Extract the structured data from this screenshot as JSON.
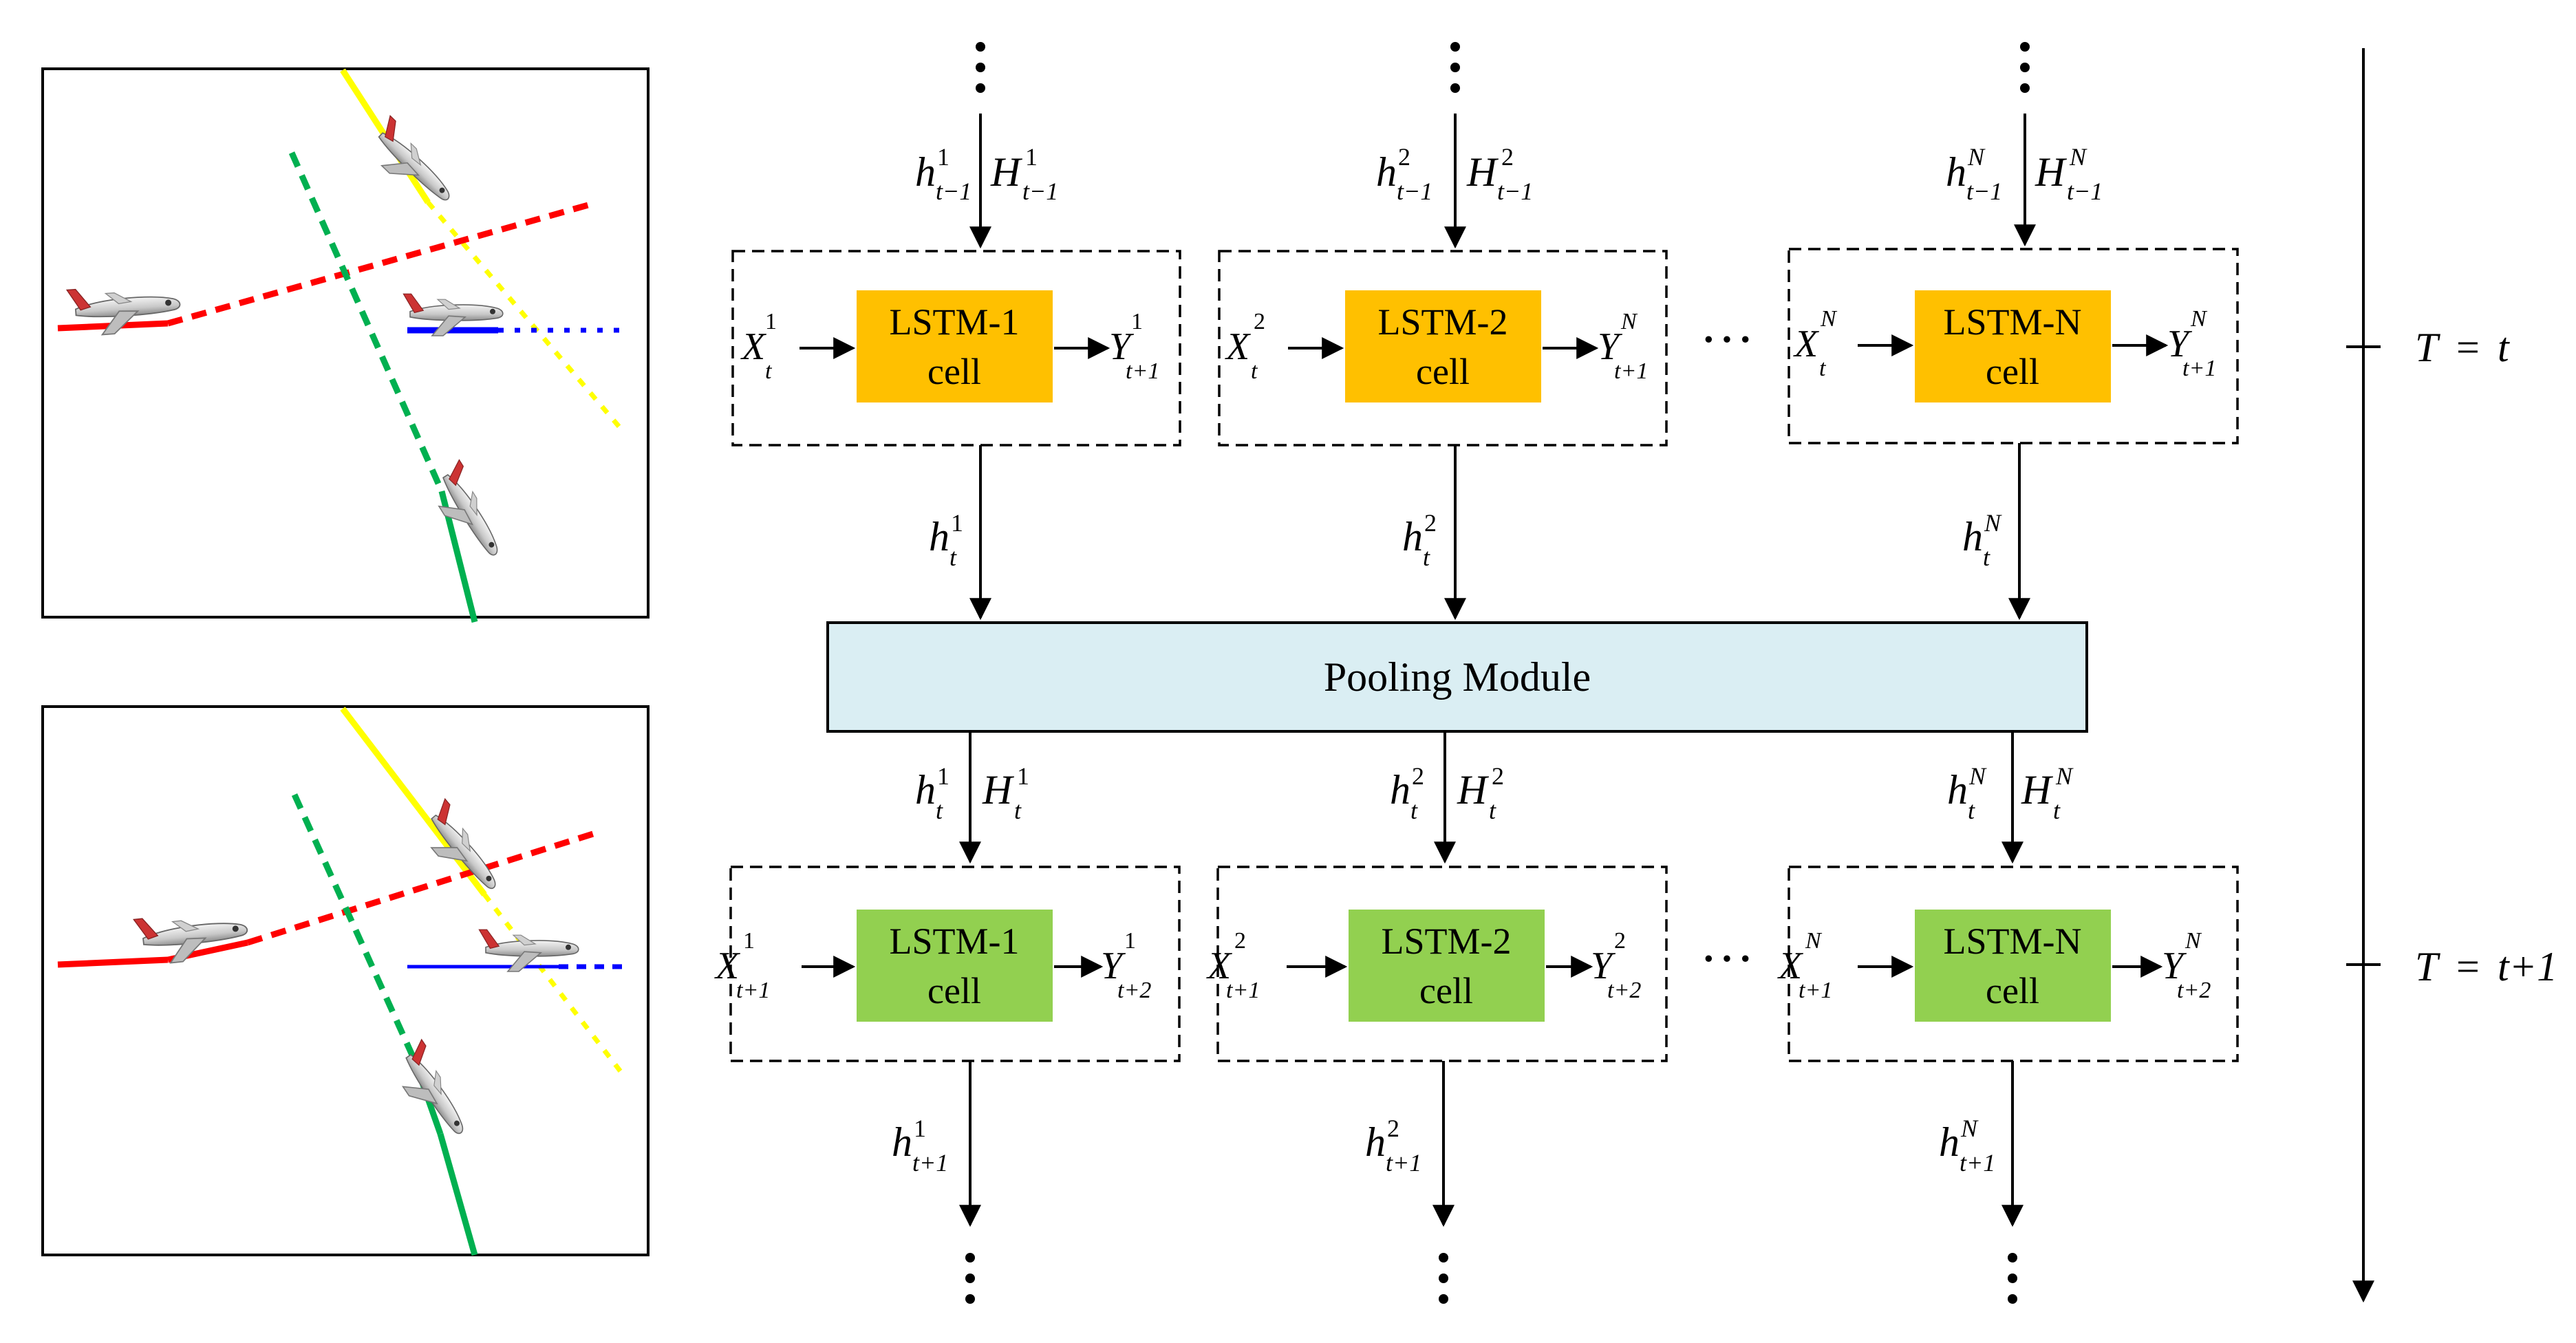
{
  "diagram": {
    "panels": [
      {
        "name": "scene-time-t"
      },
      {
        "name": "scene-time-t-plus-1"
      }
    ],
    "top_row": {
      "cell_color": "#FFC000",
      "cells": [
        {
          "title": "LSTM-1",
          "sub": "cell",
          "in_sup": "1",
          "in_sub": "t",
          "out_sup": "1",
          "out_sub": "t+1",
          "top_h_sup": "1",
          "top_h_sub": "t−1",
          "top_H_sup": "1",
          "top_H_sub": "t−1",
          "bottom_h_sup": "1",
          "bottom_h_sub": "t"
        },
        {
          "title": "LSTM-2",
          "sub": "cell",
          "in_sup": "2",
          "in_sub": "t",
          "out_sup": "N",
          "out_sub": "t+1",
          "top_h_sup": "2",
          "top_h_sub": "t−1",
          "top_H_sup": "2",
          "top_H_sub": "t−1",
          "bottom_h_sup": "2",
          "bottom_h_sub": "t"
        },
        {
          "title": "LSTM-N",
          "sub": "cell",
          "in_sup": "N",
          "in_sub": "t",
          "out_sup": "N",
          "out_sub": "t+1",
          "top_h_sup": "N",
          "top_h_sub": "t−1",
          "top_H_sup": "N",
          "top_H_sub": "t−1",
          "bottom_h_sup": "N",
          "bottom_h_sub": "t"
        }
      ]
    },
    "pooling": {
      "label": "Pooling Module",
      "color": "#DAEEF3"
    },
    "bottom_row": {
      "cell_color": "#92D050",
      "cells": [
        {
          "title": "LSTM-1",
          "sub": "cell",
          "in_sup": "1",
          "in_sub": "t+1",
          "out_sup": "1",
          "out_sub": "t+2",
          "top_h_sup": "1",
          "top_h_sub": "t",
          "top_H_sup": "1",
          "top_H_sub": "t",
          "bottom_h_sup": "1",
          "bottom_h_sub": "t+1"
        },
        {
          "title": "LSTM-2",
          "sub": "cell",
          "in_sup": "2",
          "in_sub": "t+1",
          "out_sup": "2",
          "out_sub": "t+2",
          "top_h_sup": "2",
          "top_h_sub": "t",
          "top_H_sup": "2",
          "top_H_sub": "t",
          "bottom_h_sup": "2",
          "bottom_h_sub": "t+1"
        },
        {
          "title": "LSTM-N",
          "sub": "cell",
          "in_sup": "N",
          "in_sub": "t+1",
          "out_sup": "N",
          "out_sub": "t+2",
          "top_h_sup": "N",
          "top_h_sub": "t",
          "top_H_sup": "N",
          "top_H_sub": "t",
          "bottom_h_sup": "N",
          "bottom_h_sub": "t+1"
        }
      ]
    },
    "row_ellipsis": "···",
    "timeline": {
      "t1": {
        "lhs": "T",
        "eq": "=",
        "rhs": "t"
      },
      "t2": {
        "lhs": "T",
        "eq": "=",
        "rhs": "t+1"
      }
    },
    "trajectory_colors": {
      "red": "#FF0000",
      "yellow": "#FFFF00",
      "blue": "#0000FF",
      "green": "#00B050"
    },
    "icons": [
      "airplane-icon"
    ]
  }
}
